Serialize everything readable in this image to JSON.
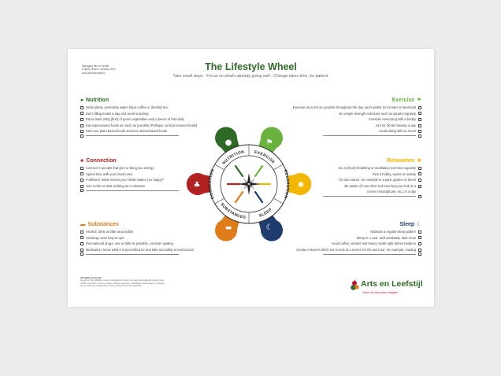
{
  "meta": {
    "line1": "Managing this on behalf",
    "line2": "English version, January 2024",
    "line3": "www.artsenleefstijl.nl"
  },
  "title": "The Lifestyle Wheel",
  "subtitle": "Take small steps - Focus on what's already going well - Change takes time, be patient.",
  "nutrition": {
    "title": "Nutrition",
    "color": "#2f6b27",
    "icon": "apple-icon",
    "items": [
      "Drink plenty, preferably water, black coffee or (herbal) tea",
      "Eat 3 filling meals a day and avoid snacking",
      "Eat at least 250g (first) of green vegetables and 2 pieces of fruit daily",
      "Eat unprocessed foods as much as possible (Perhaps: Limit processed foods)",
      "Eat more plant based foods and less animal based foods"
    ]
  },
  "connection": {
    "title": "Connection",
    "color": "#b22222",
    "icon": "people-icon",
    "items": [
      "Connect to people that give or bring you energy",
      "Spend time with your loved ones",
      "Fulfilment: What moves you? What makes you happy?",
      "Join a club or start working as a volunteer"
    ]
  },
  "substances": {
    "title": "Substances",
    "color": "#e07b1a",
    "icon": "cigarette-icon",
    "items": [
      "Alcohol: drink as little as possible",
      "Smoking: seek help to quit",
      "Recreational drugs: use as little as possible, consider quitting",
      "Medication: know what it is prescribed for and take according to instructions"
    ]
  },
  "exercise": {
    "title": "Exercise",
    "color": "#6ab23e",
    "icon": "runner-icon",
    "items": [
      "Exercise as much as possible throughout the day, each added 10 minutes is beneficial",
      "Do simple strength exercises such as squats regularly",
      "Consider exercising with a buddy",
      "Aim for 30-60 minutes a day",
      "Avoid sitting still too much"
    ]
  },
  "relaxation": {
    "title": "Relaxation",
    "color": "#f2b705",
    "icon": "sun-icon",
    "items": [
      "Do a (short) breathing or meditation exercise regularly",
      "Pick a hobby, sports or activity",
      "Go into nature, for example in a park, garden or forest",
      "Be aware of how often and how long you look at a",
      "screen (smartphone, etc.) in a day"
    ]
  },
  "sleep": {
    "title": "Sleep",
    "color": "#1f3c6e",
    "icon": "moon-icon",
    "items": [
      "Maintain a regular sleep pattern",
      "Sleep in a cool, well ventilated, dark room",
      "Avoid coffee, alcohol and heavy meals right before bedtime",
      "Create a ritual in which not to look at a screen for the last hour, for example, reading"
    ]
  },
  "wheel": {
    "labels": [
      "NUTRITION",
      "EXERCISE",
      "RELAXATION",
      "SLEEP",
      "SUBSTANCES",
      "CONNECTION"
    ]
  },
  "legal": {
    "title": "All rights reserved.",
    "body": "No part of this publication may be reproduced, stored in an automated data file, and/or made public in any form or by any means, whether electronic, mechanical, photocopying, recording, or any other way, without prior written permission from the publisher."
  },
  "brand": {
    "name": "Arts en Leefstijl",
    "tagline": "Voor de zorg van morgen"
  }
}
